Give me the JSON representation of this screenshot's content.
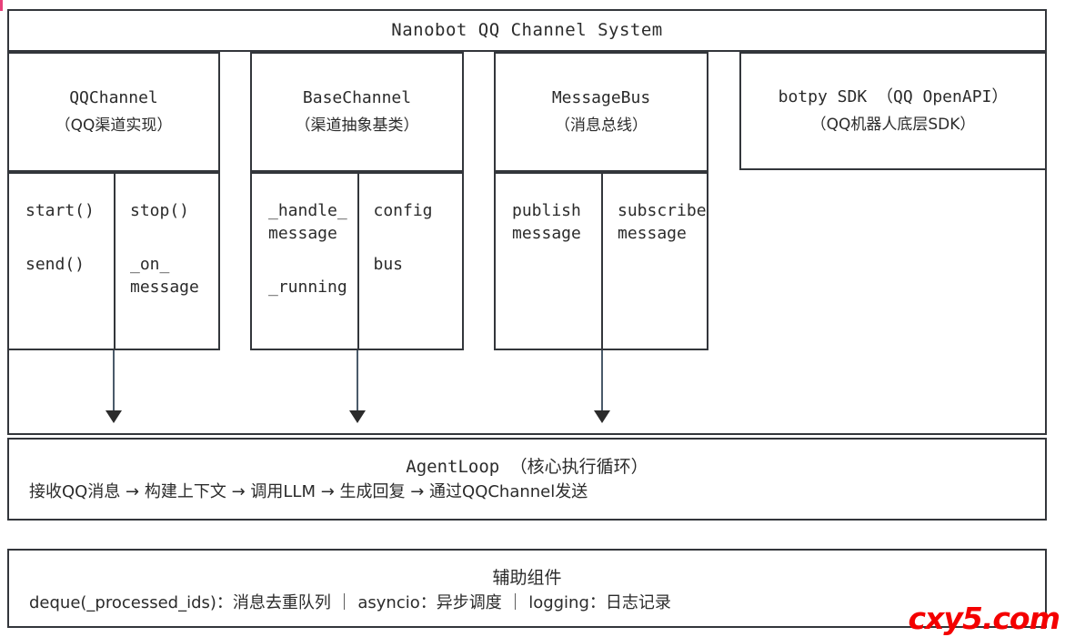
{
  "system": {
    "title": "Nanobot QQ Channel System",
    "components": [
      {
        "name": "QQChannel",
        "subtitle": "（QQ渠道实现）",
        "members_left": [
          "start()",
          "send()"
        ],
        "members_right": [
          "stop()",
          "_on_\nmessage"
        ]
      },
      {
        "name": "BaseChannel",
        "subtitle": "（渠道抽象基类）",
        "members_left": [
          "_handle_\nmessage",
          "_running"
        ],
        "members_right": [
          "config",
          "bus"
        ]
      },
      {
        "name": "MessageBus",
        "subtitle": "（消息总线）",
        "members_left": [
          "publish\nmessage",
          ""
        ],
        "members_right": [
          "subscribe\nmessage",
          ""
        ]
      },
      {
        "name": "botpy SDK （QQ OpenAPI）",
        "subtitle": "（QQ机器人底层SDK）",
        "members_left": [],
        "members_right": []
      }
    ]
  },
  "agent_loop": {
    "title": "AgentLoop （核心执行循环）",
    "flow": "接收QQ消息 → 构建上下文 → 调用LLM → 生成回复 → 通过QQChannel发送"
  },
  "helpers": {
    "title": "辅助组件",
    "items": "deque(_processed_ids)：消息去重队列 ｜ asyncio：异步调度 ｜ logging：日志记录"
  },
  "watermark": {
    "text": "cxy5.com"
  },
  "colors": {
    "border": "#33363b",
    "text": "#2b2b2b",
    "connector": "#4a5a6a",
    "watermark": "#f40000",
    "guide": "#d8d8d8",
    "background": "#ffffff"
  }
}
